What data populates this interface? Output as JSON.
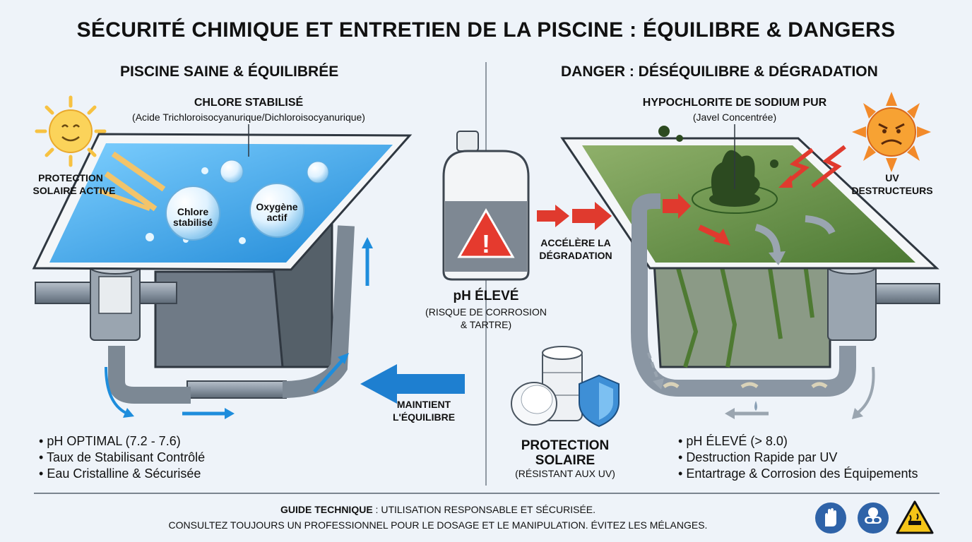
{
  "title": "SÉCURITÉ CHIMIQUE ET ENTRETIEN DE LA PISCINE : ÉQUILIBRE & DANGERS",
  "left": {
    "heading": "PISCINE SAINE & ÉQUILIBRÉE",
    "chlore_title": "CHLORE STABILISÉ",
    "chlore_sub": "(Acide Trichloroisocyanurique/Dichloroisocyanurique)",
    "sun_label_1": "PROTECTION",
    "sun_label_2": "SOLAIRE ACTIVE",
    "bubble_1_a": "Chlore",
    "bubble_1_b": "stabilisé",
    "bubble_2_a": "Oxygène",
    "bubble_2_b": "actif",
    "bullets": [
      "pH OPTIMAL (7.2 - 7.6)",
      "Taux de Stabilisant Contrôlé",
      "Eau Cristalline & Sécurisée"
    ]
  },
  "center": {
    "ph_title": "pH ÉLEVÉ",
    "ph_sub_1": "(RISQUE DE CORROSION",
    "ph_sub_2": "& TARTRE)",
    "accel_1": "ACCÉLÈRE LA",
    "accel_2": "DÉGRADATION",
    "maintain_1": "MAINTIENT",
    "maintain_2": "L'ÉQUILIBRE",
    "prot_title_1": "PROTECTION",
    "prot_title_2": "SOLAIRE",
    "prot_sub": "(RÉSISTANT AUX UV)"
  },
  "right": {
    "heading": "DANGER : DÉSÉQUILIBRE & DÉGRADATION",
    "hypo_title": "HYPOCHLORITE DE SODIUM PUR",
    "hypo_sub": "(Javel Concentrée)",
    "uv_1": "UV",
    "uv_2": "DESTRUCTEURS",
    "bullets": [
      "pH ÉLEVÉ (> 8.0)",
      "Destruction Rapide par UV",
      "Entartrage & Corrosion des Équipements"
    ]
  },
  "footer": {
    "guide_bold": "GUIDE TECHNIQUE",
    "guide_rest": " : UTILISATION RESPONSABLE ET SÉCURISÉE.",
    "line2": "CONSULTEZ TOUJOURS UN PROFESSIONNEL POUR LE DOSAGE ET LE MANIPULATION. ÉVITEZ LES MÉLANGES.",
    "icons": [
      "gloves-icon",
      "goggles-icon",
      "corrosive-warning-icon"
    ]
  },
  "colors": {
    "water": "#3aa0e6",
    "danger_water": "#5f8f3e",
    "arrow_red": "#e03a2e",
    "arrow_blue": "#1e7fd0",
    "pipe": "#8a96a3"
  }
}
